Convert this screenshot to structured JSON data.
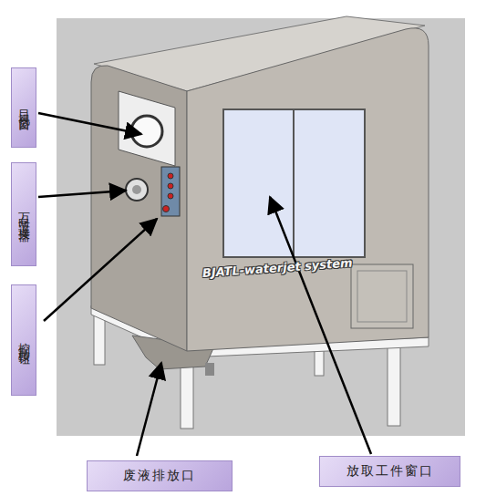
{
  "diagram": {
    "nodes": [
      {
        "text": [
          "目视窗口"
        ]
      },
      {
        "text": [
          "万向节连接器"
        ]
      },
      {
        "text": [
          "控制按钮"
        ]
      },
      {
        "text": [
          "废液排放口"
        ]
      },
      {
        "text": [
          "放取工件窗口"
        ]
      }
    ],
    "labels": [
      "BJATL-waterjet system"
    ]
  }
}
